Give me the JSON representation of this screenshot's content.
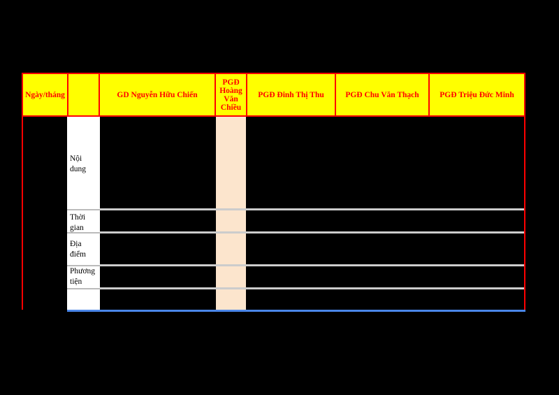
{
  "table": {
    "headers": {
      "date": "Ngày/tháng",
      "blank": "",
      "gd": "GD Nguyễn Hữu Chiến",
      "pgd1": "PGĐ Hoàng Văn Chiều",
      "pgd2": "PGĐ Đinh Thị Thu",
      "pgd3": "PGĐ Chu Văn Thạch",
      "pgd4": "PGĐ Triệu Đức Minh"
    },
    "row_labels": {
      "noi_dung": "Nội dung",
      "thoi_gian": "Thời gian",
      "dia_diem": "Địa điểm",
      "phuong_tien": "Phương tiện"
    }
  },
  "colors": {
    "header_bg": "#ffff00",
    "header_text": "#ff0000",
    "border": "#ff0000",
    "bottom_border": "#4a86e8",
    "peach": "#fce5cd",
    "background": "#000000"
  }
}
